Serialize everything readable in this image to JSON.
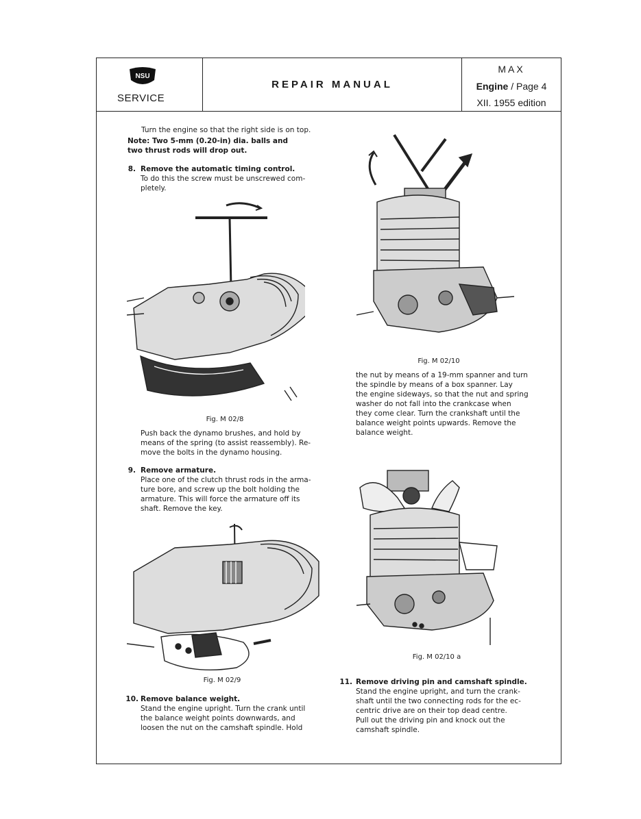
{
  "header": {
    "logo_text": "NSU",
    "service": "SERVICE",
    "title": "REPAIR MANUAL",
    "model": "MAX",
    "section": "Engine",
    "page": " / Page 4",
    "edition": "XII. 1955 edition"
  },
  "left_column": {
    "intro": "Turn the engine so that the right side is on top.",
    "note": "Note: Two 5-mm (0.20-in) dia. balls and\ntwo thrust rods will drop out.",
    "step8": {
      "num": "8.",
      "title": "Remove the automatic timing control.",
      "body": "To do this the screw must be unscrewed com-\npletely."
    },
    "fig_m02_8": "Fig. M 02/8",
    "after_fig8": "Push back the dynamo brushes, and hold by\nmeans of the spring (to assist reassembly). Re-\nmove the bolts in the dynamo housing.",
    "step9": {
      "num": "9.",
      "title": "Remove armature.",
      "body": "Place one of the clutch thrust rods in the arma-\nture bore, and screw up the bolt holding the\narmature. This will force the armature off its\nshaft. Remove the key."
    },
    "fig_m02_9": "Fig. M 02/9",
    "step10": {
      "num": "10.",
      "title": "Remove balance weight.",
      "body": "Stand the engine upright. Turn the crank until\nthe balance weight points downwards, and\nloosen the nut on the camshaft spindle. Hold"
    }
  },
  "right_column": {
    "fig_m02_10": "Fig. M 02/10",
    "after_fig10": "the nut by means of a 19-mm spanner and turn\nthe spindle by means of a box spanner. Lay\nthe engine sideways, so that the nut and spring\nwasher do not fall into the crankcase when\nthey come clear. Turn the crankshaft until the\nbalance weight points upwards. Remove the\nbalance weight.",
    "fig_m02_10a": "Fig. M 02/10 a",
    "step11": {
      "num": "11.",
      "title": "Remove driving pin and camshaft spindle.",
      "body": "Stand the engine upright, and turn the crank-\nshaft until the two connecting rods for the ec-\ncentric drive are on their top dead centre.\nPull out the driving pin and knock out the\ncamshaft spindle."
    }
  }
}
